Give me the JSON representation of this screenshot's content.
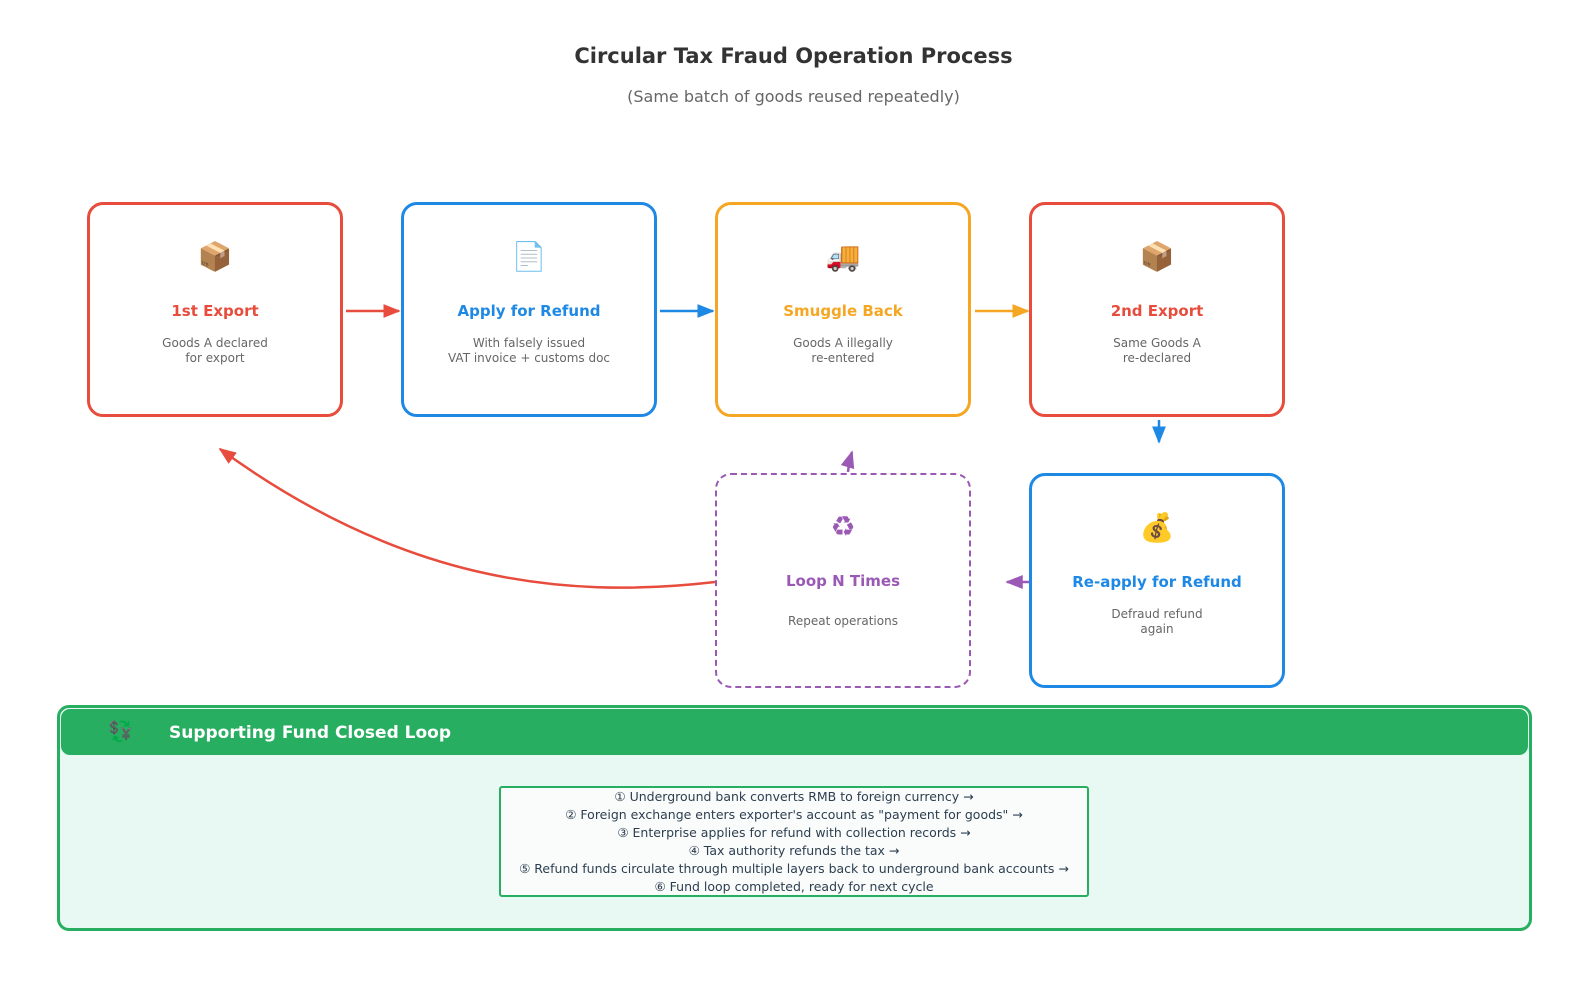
{
  "title": "Circular Tax Fraud Operation Process",
  "subtitle": "(Same batch of goods reused repeatedly)",
  "nodes": {
    "export1": {
      "icon": "📦",
      "icon_name": "package-icon",
      "title": "1st Export",
      "desc": "Goods A declared\nfor export",
      "color": "#e74c3c"
    },
    "refund1": {
      "icon": "📄",
      "icon_name": "document-icon",
      "title": "Apply for Refund",
      "desc": "With falsely issued\nVAT invoice + customs doc",
      "color": "#1e88e5"
    },
    "smuggle": {
      "icon": "🚚",
      "icon_name": "truck-icon",
      "title": "Smuggle Back",
      "desc": "Goods A illegally\nre-entered",
      "color": "#f5a623"
    },
    "export2": {
      "icon": "📦",
      "icon_name": "package-icon",
      "title": "2nd Export",
      "desc": "Same Goods A\nre-declared",
      "color": "#e74c3c"
    },
    "refund2": {
      "icon": "💰",
      "icon_name": "money-bag-icon",
      "title": "Re-apply for Refund",
      "desc": "Defraud refund\nagain",
      "color": "#1e88e5"
    },
    "loop": {
      "icon": "♻",
      "icon_name": "recycle-icon",
      "title": "Loop N Times",
      "desc": "Repeat operations",
      "color": "#9b59b6"
    }
  },
  "fund_loop": {
    "icon": "💱",
    "icon_name": "currency-exchange-icon",
    "title": "Supporting Fund Closed Loop",
    "color": "#27ae60",
    "steps": [
      "① Underground bank converts RMB to foreign currency  →",
      "② Foreign exchange enters exporter's account as \"payment for goods\"  →",
      "③ Enterprise applies for refund with collection records  →",
      "④ Tax authority refunds the tax  →",
      "⑤ Refund funds circulate through multiple layers back to underground bank accounts  →",
      "⑥ Fund loop completed, ready for next cycle"
    ]
  }
}
